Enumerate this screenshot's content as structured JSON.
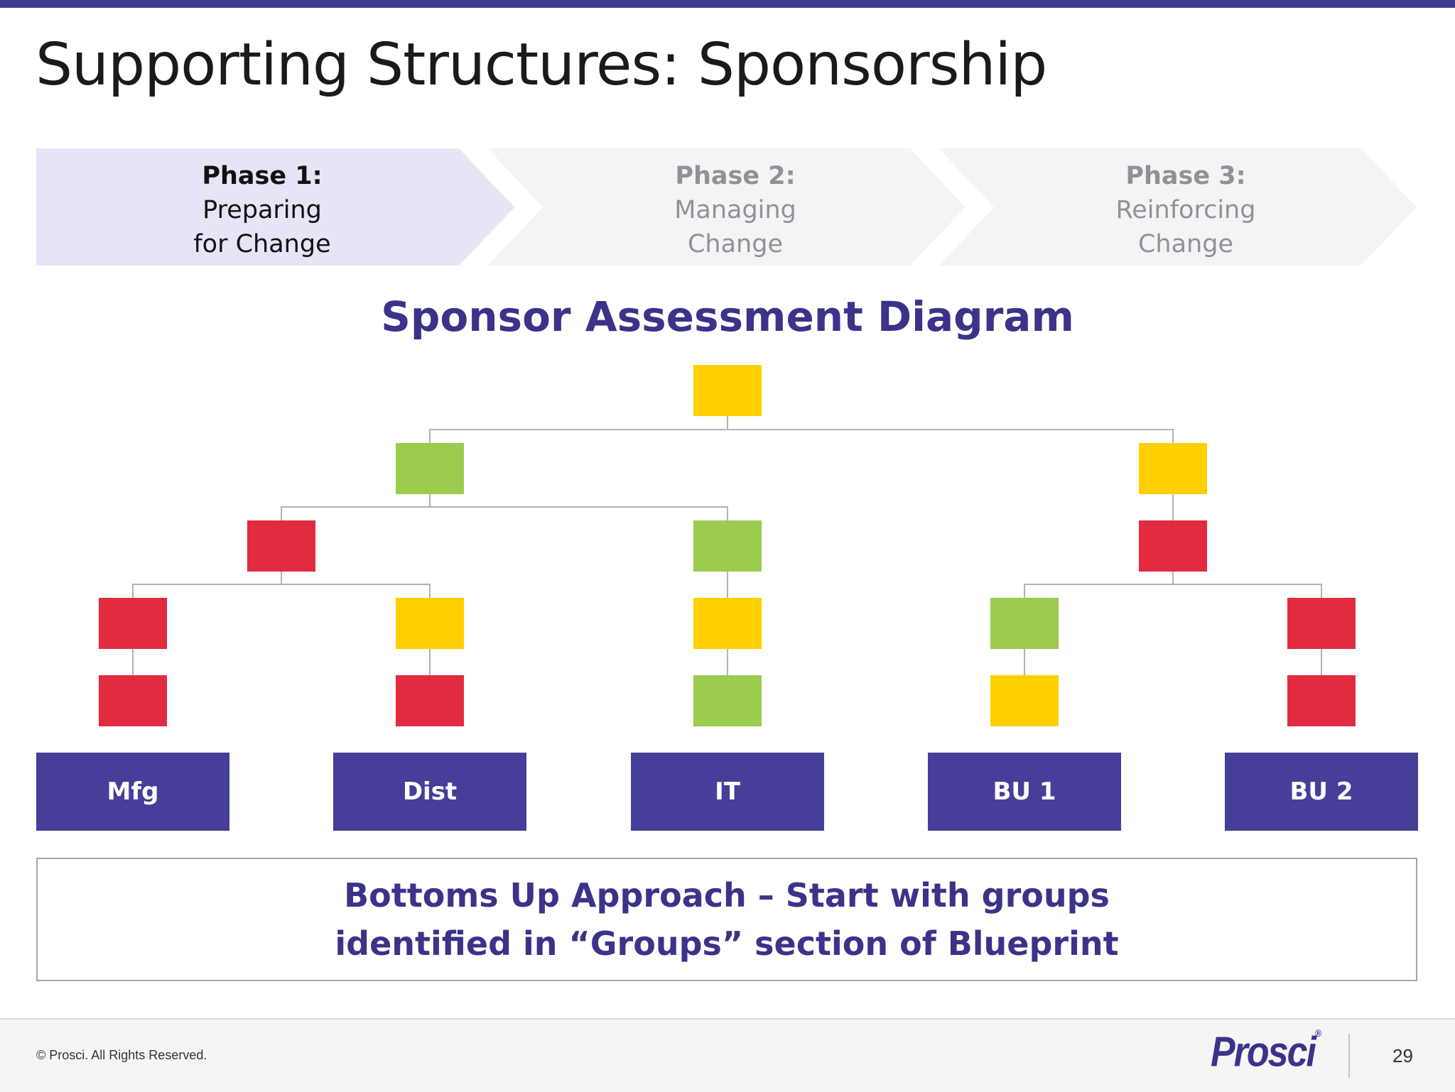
{
  "slide": {
    "title": "Supporting Structures: Sponsorship"
  },
  "phases": [
    {
      "number": "Phase 1:",
      "line1": "Preparing",
      "line2": "for Change",
      "active": true
    },
    {
      "number": "Phase 2:",
      "line1": "Managing",
      "line2": "Change",
      "active": false
    },
    {
      "number": "Phase 3:",
      "line1": "Reinforcing",
      "line2": "Change",
      "active": false
    }
  ],
  "diagram": {
    "title": "Sponsor Assessment Diagram",
    "status_colors": {
      "green": "#9bcb4f",
      "yellow": "#ffcf00",
      "red": "#e32b3f"
    },
    "groups": [
      "Mfg",
      "Dist",
      "IT",
      "BU 1",
      "BU 2"
    ]
  },
  "note": {
    "line1": "Bottoms Up Approach – Start with groups",
    "line2": "identified in “Groups” section of Blueprint"
  },
  "footer": {
    "copyright": "© Prosci. All Rights Reserved.",
    "logo": "Prosci",
    "page_number": "29"
  },
  "colors": {
    "brand": "#3b3389",
    "group_box": "#463e98",
    "phase_active_bg": "#e6e4f5",
    "phase_inactive_bg": "#f3f4f6"
  }
}
